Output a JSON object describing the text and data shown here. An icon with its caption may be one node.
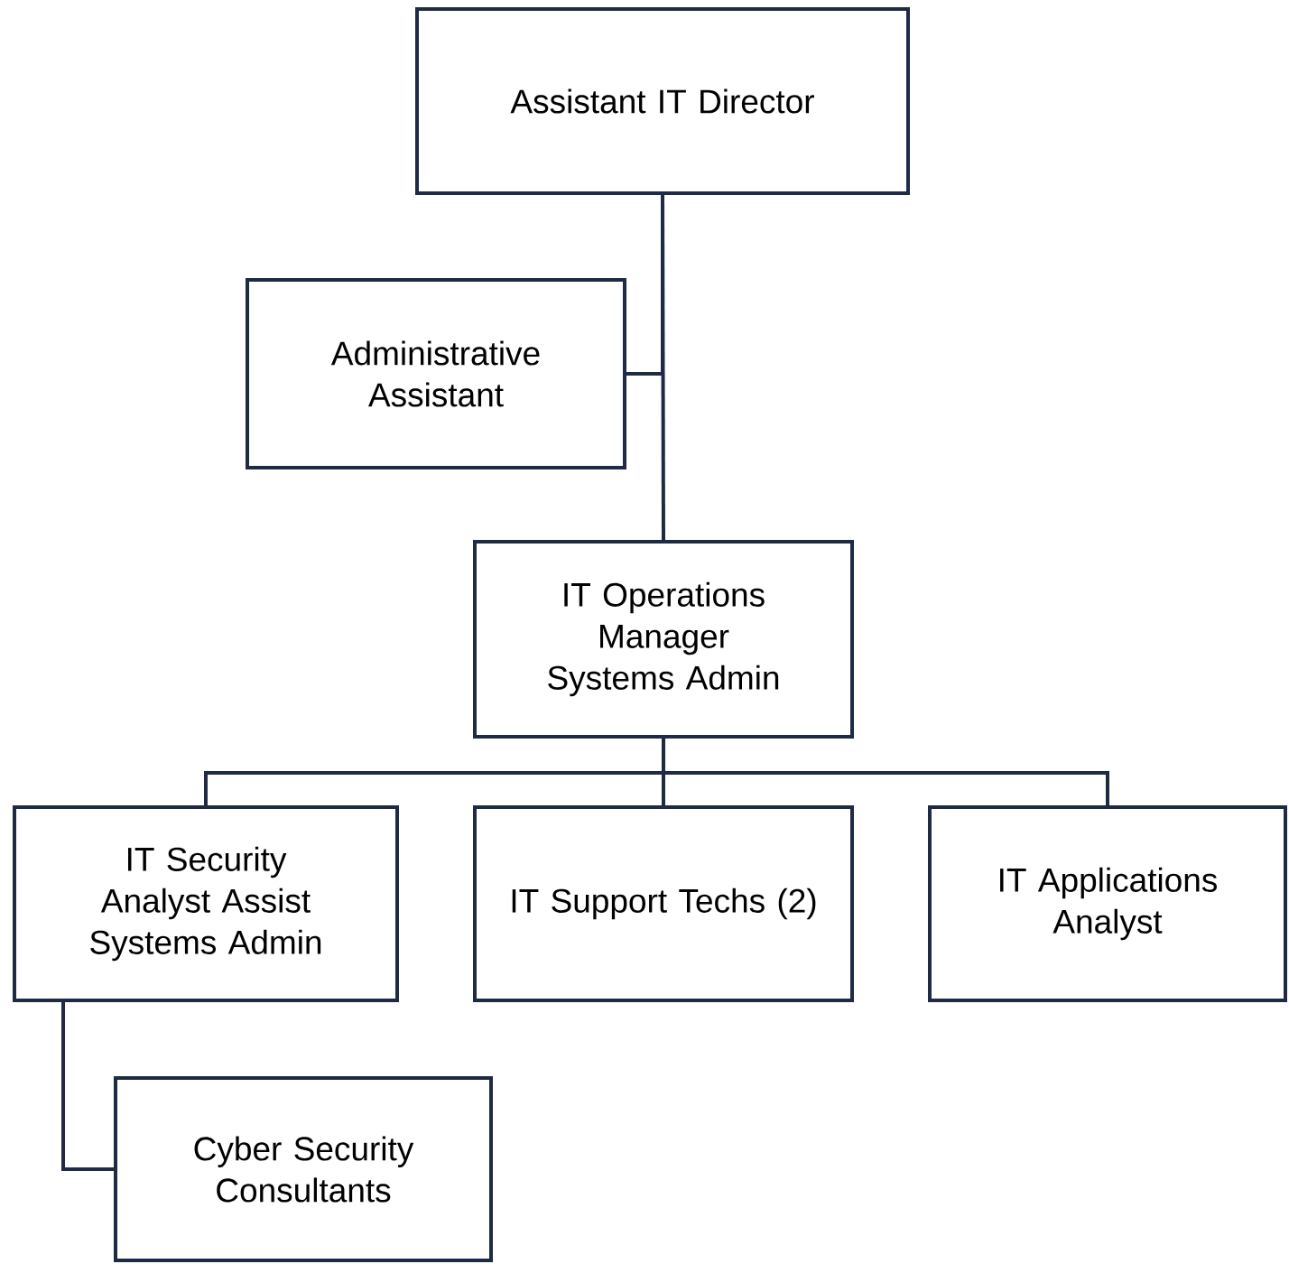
{
  "diagram": {
    "nodes": [
      {
        "text": [
          "Assistant IT Director"
        ]
      },
      {
        "text": [
          "Administrative Assistant"
        ]
      },
      {
        "text": [
          "IT Operations Manager Systems Admin"
        ]
      },
      {
        "text": [
          "IT Security Analyst Assist Systems Admin"
        ]
      },
      {
        "text": [
          "IT Support Techs (2)"
        ]
      },
      {
        "text": [
          "IT Applications Analyst"
        ]
      },
      {
        "text": [
          "Cyber Security Consultants"
        ]
      }
    ],
    "edges": [
      {
        "from": 0,
        "to": 1,
        "arrow": "none"
      },
      {
        "from": 0,
        "to": 2,
        "arrow": "none"
      },
      {
        "from": 2,
        "to": 3,
        "arrow": "none"
      },
      {
        "from": 2,
        "to": 4,
        "arrow": "none"
      },
      {
        "from": 2,
        "to": 5,
        "arrow": "none"
      },
      {
        "from": 3,
        "to": 6,
        "arrow": "none"
      }
    ]
  }
}
